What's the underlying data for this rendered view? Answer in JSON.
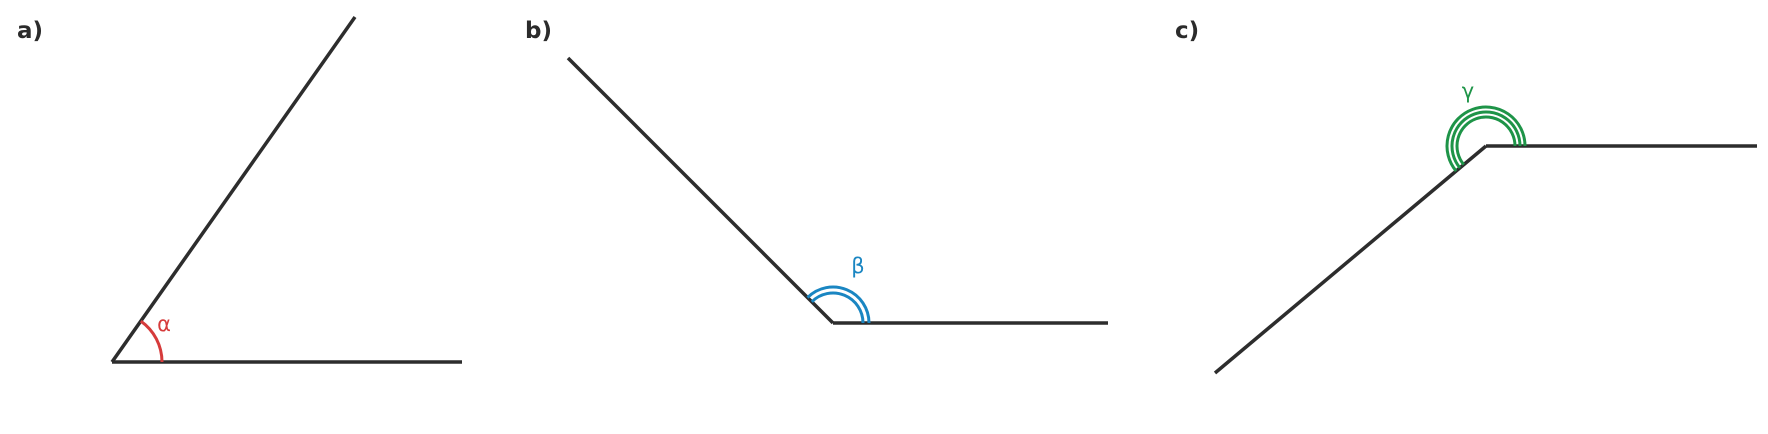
{
  "panels": [
    {
      "label": "a)",
      "angle": {
        "symbol": "α",
        "color": "#d63b3b",
        "arc_count": 1
      }
    },
    {
      "label": "b)",
      "angle": {
        "symbol": "β",
        "color": "#1a86c2",
        "arc_count": 2
      }
    },
    {
      "label": "c)",
      "angle": {
        "symbol": "γ",
        "color": "#1e9448",
        "arc_count": 3
      }
    }
  ],
  "ray_color": "#2d2d2d"
}
